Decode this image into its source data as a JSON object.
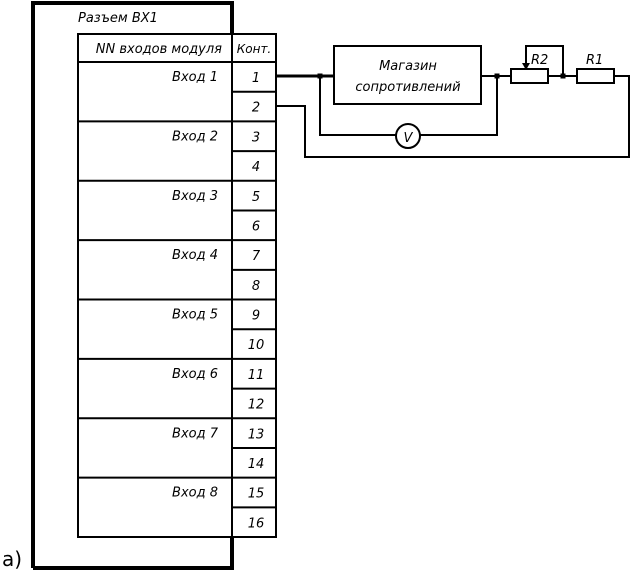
{
  "connector": {
    "title": "Разъем ВХ1",
    "header": {
      "inputs": "NN входов модуля",
      "contacts": "Конт."
    },
    "rows": [
      {
        "input": "Вход 1",
        "contacts": [
          "1",
          "2"
        ]
      },
      {
        "input": "Вход 2",
        "contacts": [
          "3",
          "4"
        ]
      },
      {
        "input": "Вход 3",
        "contacts": [
          "5",
          "6"
        ]
      },
      {
        "input": "Вход 4",
        "contacts": [
          "7",
          "8"
        ]
      },
      {
        "input": "Вход 5",
        "contacts": [
          "9",
          "10"
        ]
      },
      {
        "input": "Вход 6",
        "contacts": [
          "11",
          "12"
        ]
      },
      {
        "input": "Вход 7",
        "contacts": [
          "13",
          "14"
        ]
      },
      {
        "input": "Вход 8",
        "contacts": [
          "15",
          "16"
        ]
      }
    ]
  },
  "circuit": {
    "resistance_box_line1": "Магазин",
    "resistance_box_line2": "сопротивлений",
    "voltmeter": "V",
    "r2": "R2",
    "r1": "R1"
  },
  "caption": "а)"
}
